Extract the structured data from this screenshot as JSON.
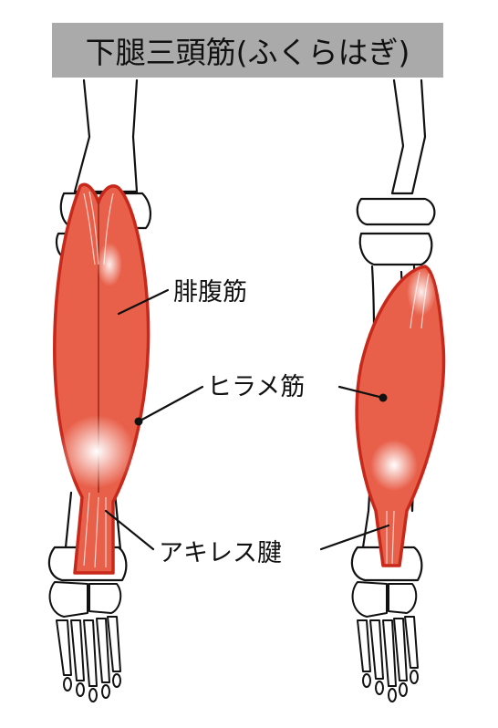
{
  "title": "下腿三頭筋(ふくらはぎ)",
  "labels": {
    "gastrocnemius": "腓腹筋",
    "soleus": "ヒラメ筋",
    "achilles": "アキレス腱"
  },
  "colors": {
    "muscle": "#e8604a",
    "muscle_outline": "#c8281a",
    "bone_outline": "#111111",
    "title_bg": "#aaaaaa"
  }
}
